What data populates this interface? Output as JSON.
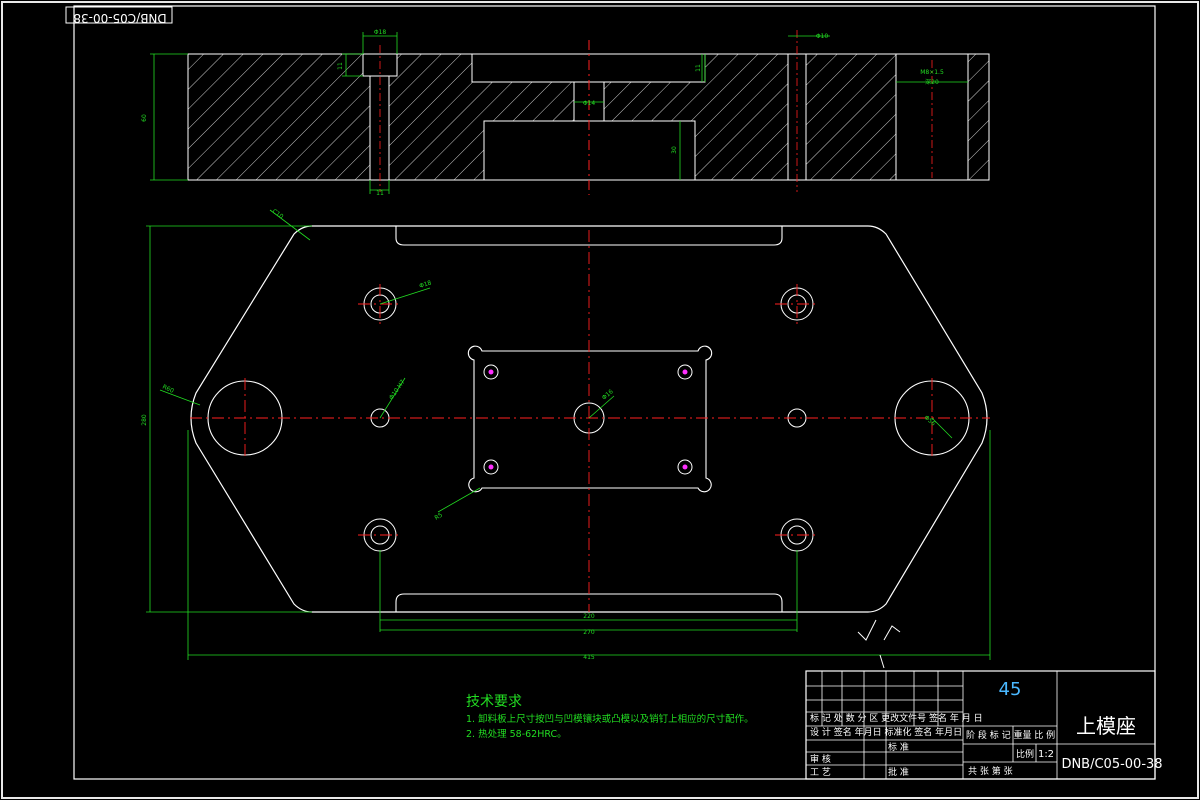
{
  "drawing": {
    "drawing_number_top": "DNB/C05-00-38",
    "dims": {
      "top_hole_dia": "Φ18",
      "top_counterbore_depth": "11",
      "top_slot_depth": "11",
      "top_pin_dia": "Φ10",
      "top_center_dia": "Φ14",
      "top_height": "60",
      "top_pocket_depth": "30",
      "top_bolt_spacing": "11",
      "top_thread_spec": "M8×1.5",
      "top_thread_depth": "深20",
      "plan_height": "280",
      "plan_corner": "C10",
      "plan_left_radius": "R60",
      "plan_hole_upper_left": "Φ18",
      "plan_hole_center_left": "Φ10 H7",
      "plan_center_hole": "Φ16",
      "plan_right_large_hole": "Φ56",
      "plan_corner_radius": "R5",
      "plan_inner_spacing": "220",
      "plan_outer_spacing": "270",
      "plan_total_width": "415"
    },
    "notes": {
      "title": "技术要求",
      "items": [
        "1. 卸料板上尺寸按凹与凹模镶块或凸模以及销钉上相应的尺寸配作。",
        "2. 热处理 58-62HRC。"
      ]
    },
    "title_block": {
      "material": "45",
      "part_name": "上模座",
      "drawing_number": "DNB/C05-00-38",
      "scale": "1:2",
      "row_mark": "标 记 处 数 分 区 更改文件号 签名 年 月 日",
      "row_design": "设 计 签名 年月日 标准化 签名 年月日",
      "stage_header": "阶 段 标 记  重量 比 例",
      "label_audit": "审 核",
      "label_process": "工 艺",
      "label_std": "标 准",
      "label_approve": "批 准",
      "label_scale_cell": "比例",
      "sheet_text": "共 张 第 张"
    }
  }
}
